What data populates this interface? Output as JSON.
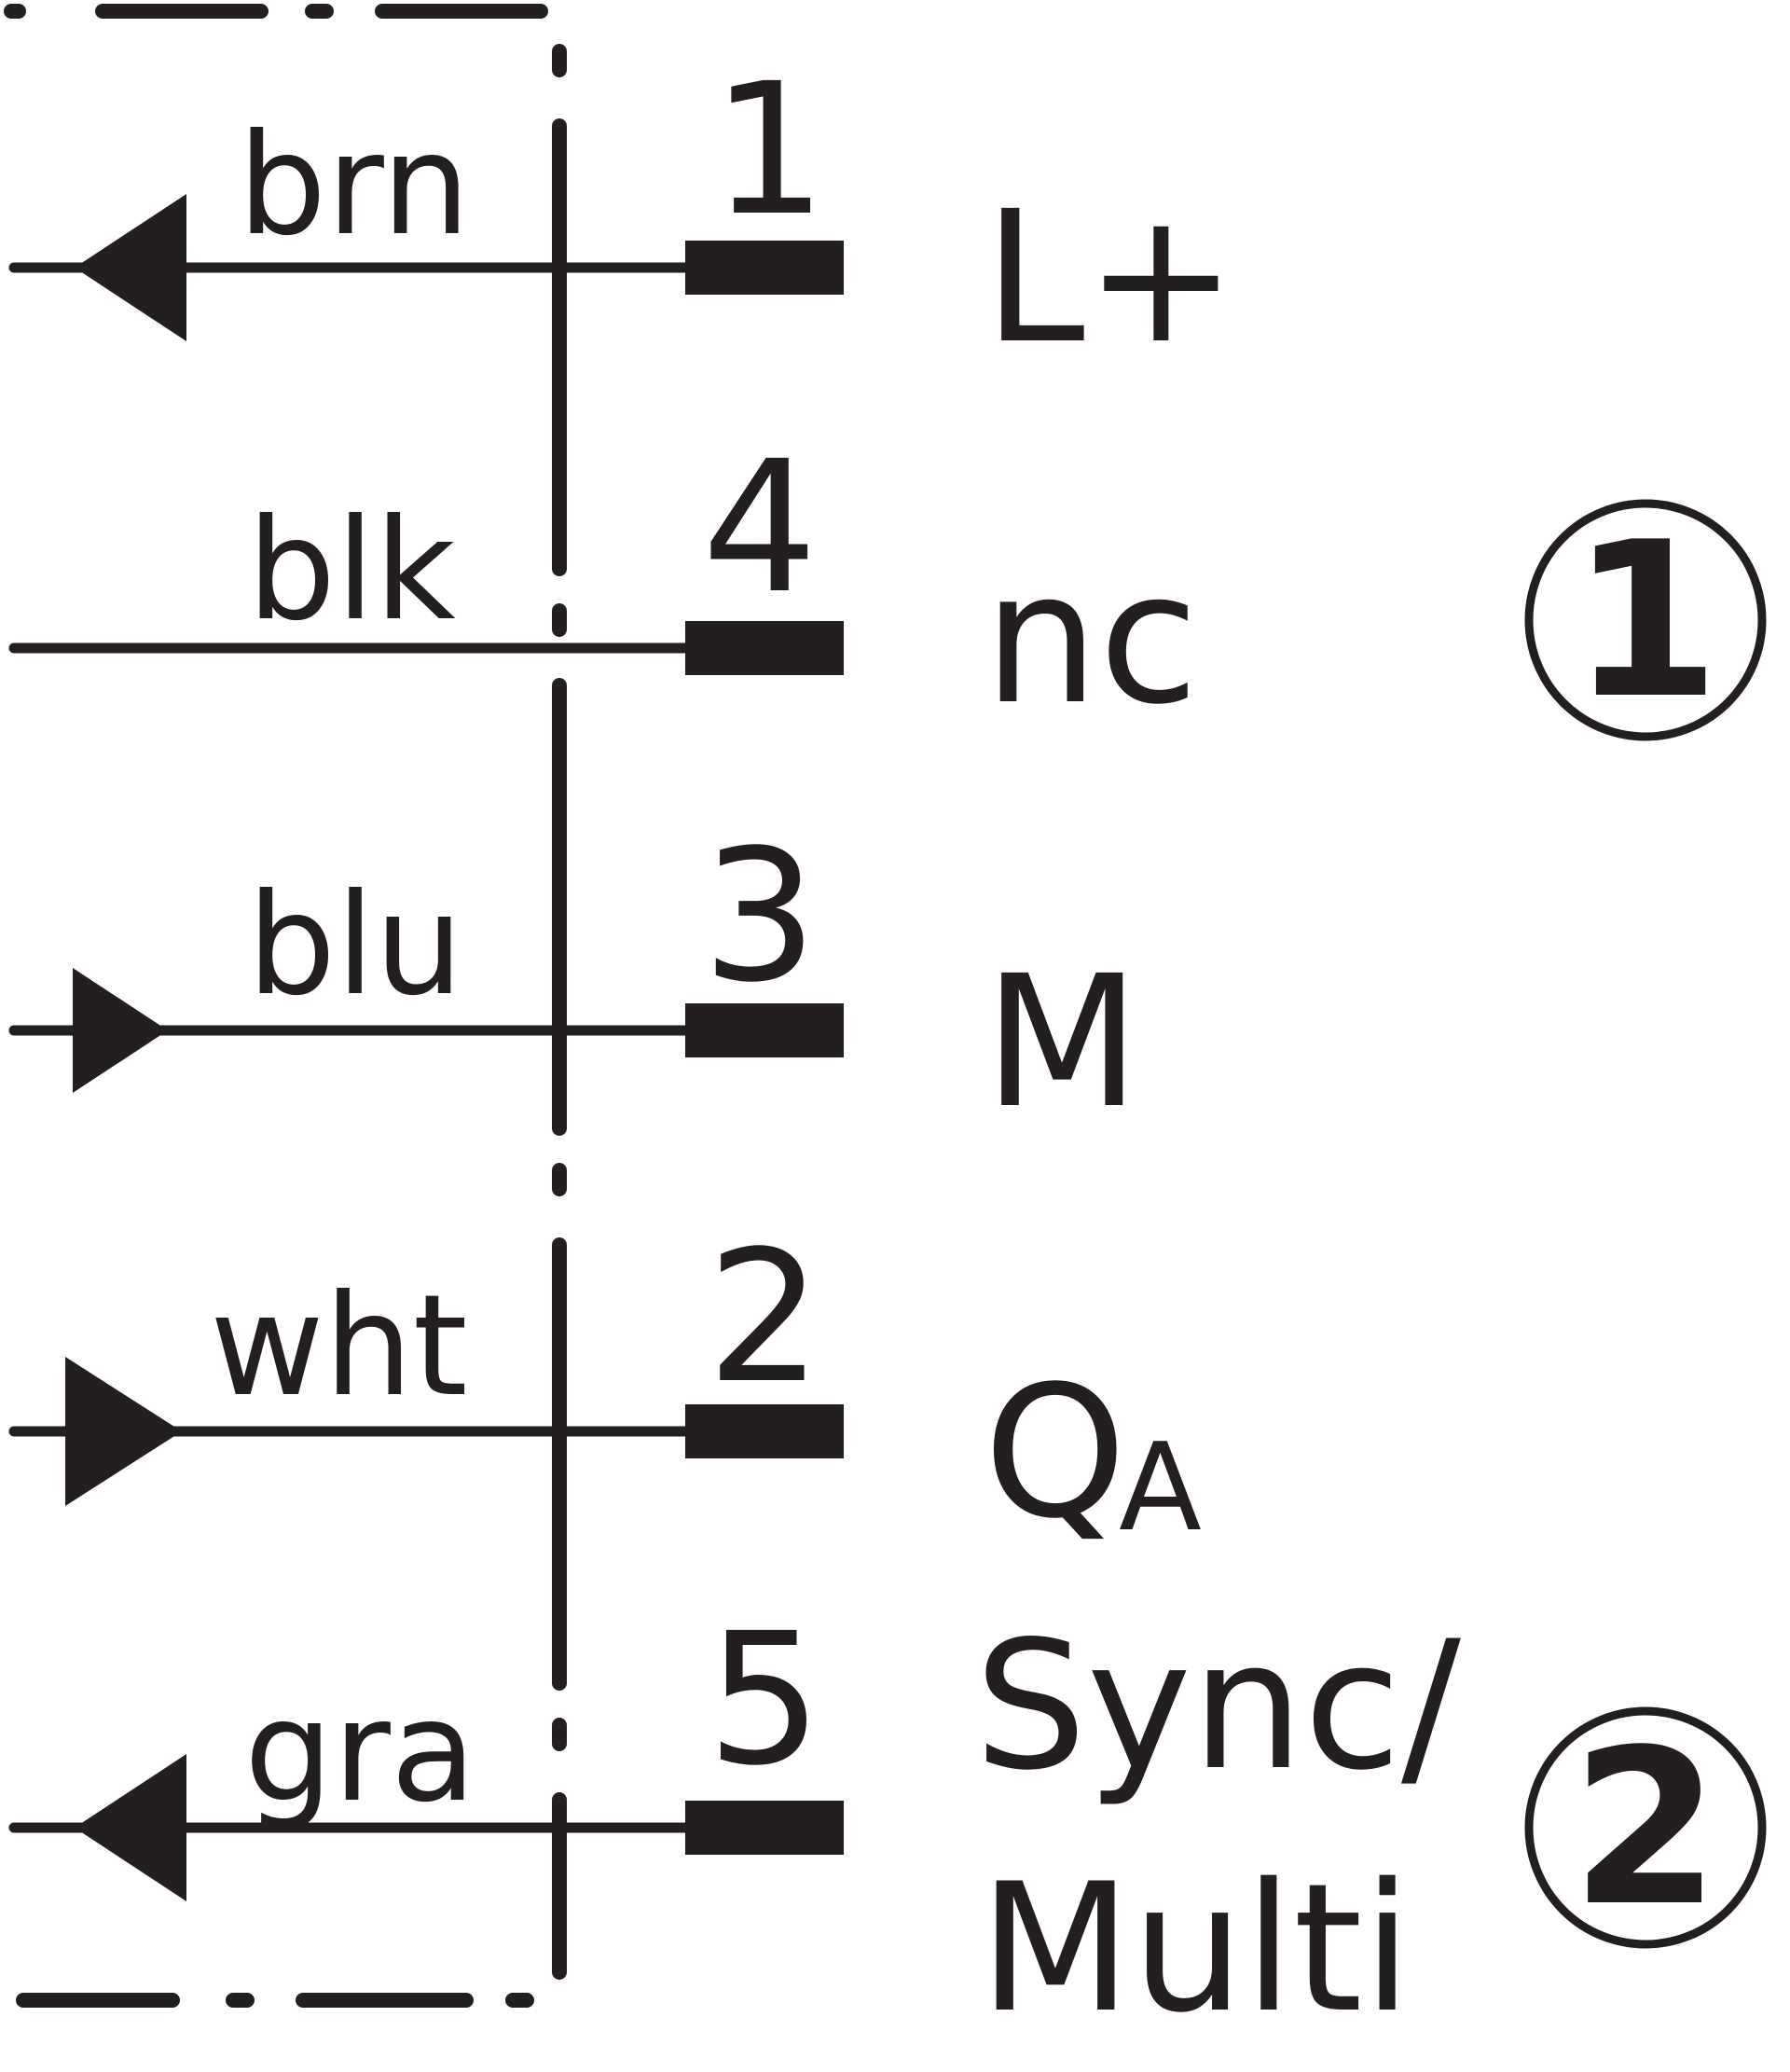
{
  "diagram": {
    "type": "connector-pinout",
    "line_color": "#231f20",
    "background": "#ffffff",
    "rows": [
      {
        "wire_color": "brn",
        "pin": "1",
        "signal": "L+",
        "signal_sub": "",
        "arrow": "out"
      },
      {
        "wire_color": "blk",
        "pin": "4",
        "signal": "nc",
        "signal_sub": "",
        "arrow": "none"
      },
      {
        "wire_color": "blu",
        "pin": "3",
        "signal": "M",
        "signal_sub": "",
        "arrow": "in"
      },
      {
        "wire_color": "wht",
        "pin": "2",
        "signal": "Q",
        "signal_sub": "A",
        "arrow": "in"
      },
      {
        "wire_color": "gra",
        "pin": "5",
        "signal": "Sync/",
        "signal_line2": "Multi",
        "signal_sub": "",
        "arrow": "out"
      }
    ],
    "markers": [
      {
        "label": "1",
        "group": "rows 1-4"
      },
      {
        "label": "2",
        "group": "row 5"
      }
    ]
  }
}
